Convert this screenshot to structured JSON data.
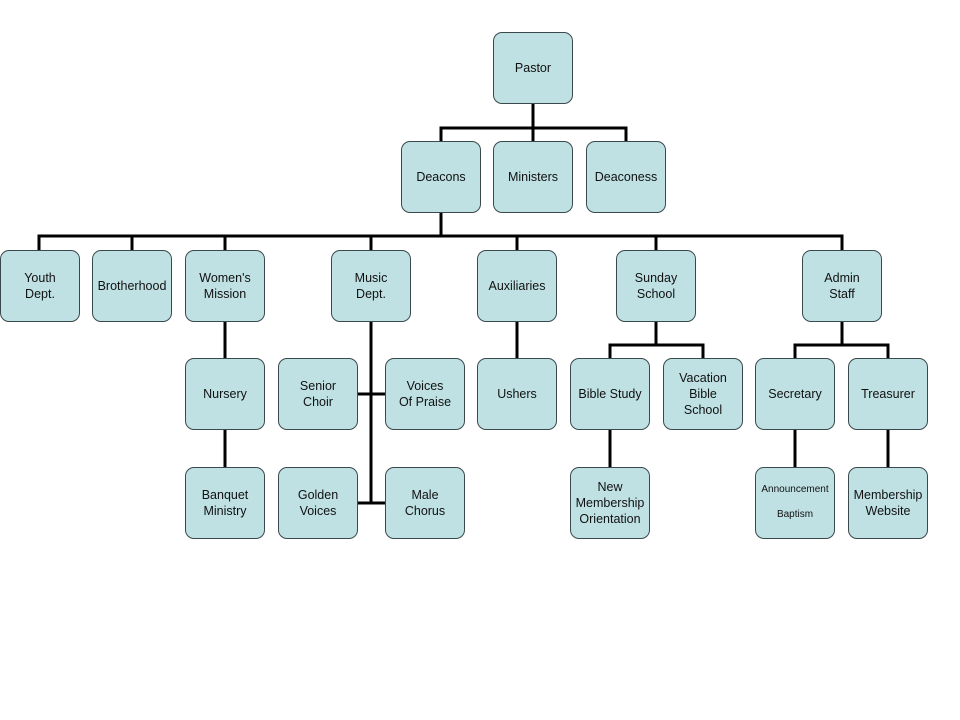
{
  "nodes": {
    "pastor": "Pastor",
    "deacons": "Deacons",
    "ministers": "Ministers",
    "deaconess": "Deaconess",
    "youth": "Youth\nDept.",
    "brotherhood": "Brotherhood",
    "womens": "Women's\nMission",
    "music": "Music\nDept.",
    "auxiliaries": "Auxiliaries",
    "sunday": "Sunday\nSchool",
    "admin": "Admin\nStaff",
    "nursery": "Nursery",
    "banquet": "Banquet\nMinistry",
    "senior_choir": "Senior\nChoir",
    "voices_praise": "Voices\nOf Praise",
    "golden_voices": "Golden\nVoices",
    "male_chorus": "Male\nChorus",
    "ushers": "Ushers",
    "bible_study": "Bible Study",
    "vacation": "Vacation\nBible\nSchool",
    "new_membership": "New\nMembership\nOrientation",
    "secretary": "Secretary",
    "treasurer": "Treasurer",
    "announcement": "Announcement\n\nBaptism",
    "membership_website": "Membership\nWebsite"
  },
  "colors": {
    "box_fill": "#bfe1e4",
    "box_border": "#3a4a4c",
    "connector": "#000000"
  }
}
